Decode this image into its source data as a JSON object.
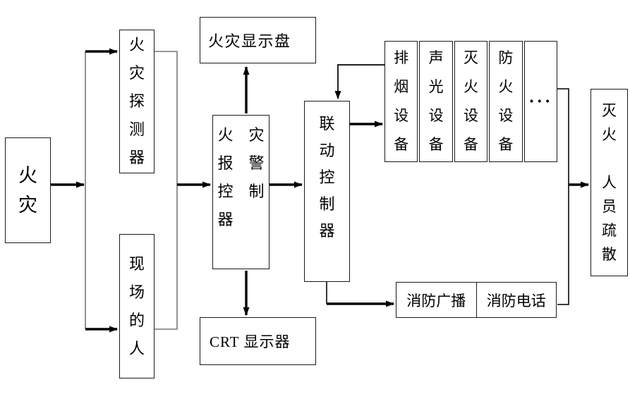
{
  "diagram": {
    "type": "flowchart",
    "nodes": {
      "fire": "火\n灾",
      "detector": "火\n灾\n探\n测\n器",
      "onsite_person": "现\n场\n的\n人",
      "display_panel": "火灾显示盘",
      "alarm_controller": "火　灾\n报　警\n控　制\n器",
      "crt_display": "CRT 显示器",
      "linkage_controller": "联\n动\n控\n制\n器",
      "equipment": [
        "排\n烟\n设\n备",
        "声\n光\n设\n备",
        "灭\n火\n设\n备",
        "防\n火\n设\n备",
        "···"
      ],
      "fire_broadcast": "消防广播",
      "fire_phone": "消防电话",
      "outcome": "灭\n火\n\n人\n员\n疏\n散"
    },
    "colors": {
      "background": "#ffffff",
      "box_border": "#1a1a1a",
      "arrow": "#000000",
      "thin_line": "#777777"
    }
  }
}
